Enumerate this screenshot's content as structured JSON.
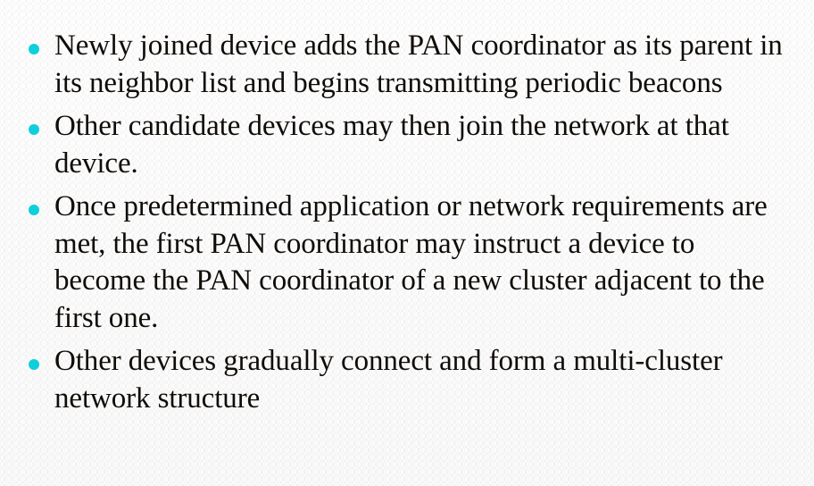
{
  "slide": {
    "background_color": "#fdfdfd",
    "text_color": "#100c08",
    "bullet_color": "#0fcfdc",
    "bullets": [
      {
        "marker": "round-bullet",
        "text": "Newly joined device adds the PAN coordinator as its parent in its neighbor list and begins transmitting periodic beacons"
      },
      {
        "marker": "round-bullet",
        "text": "Other candidate devices may then join the network at that device."
      },
      {
        "marker": "round-bullet",
        "text": "Once predetermined application or network requirements are met, the first PAN coordinator may instruct a device to become the PAN coordinator of a new cluster adjacent to the first one."
      },
      {
        "marker": "round-bullet",
        "text": "Other devices gradually connect and form a multi-cluster network structure"
      }
    ]
  }
}
